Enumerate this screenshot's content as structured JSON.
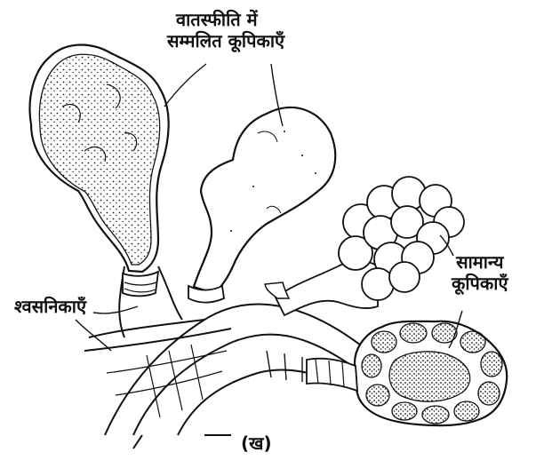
{
  "labels": {
    "emphysema_line1": "वातस्फीति में",
    "emphysema_line2": "सम्मलित कूपिकाएँ",
    "normal_line1": "सामान्य",
    "normal_line2": "कूपिकाएँ",
    "bronchioles": "श्वसनिकाएँ",
    "caption": "(ख)"
  },
  "colors": {
    "ink": "#111111",
    "background": "#ffffff"
  }
}
